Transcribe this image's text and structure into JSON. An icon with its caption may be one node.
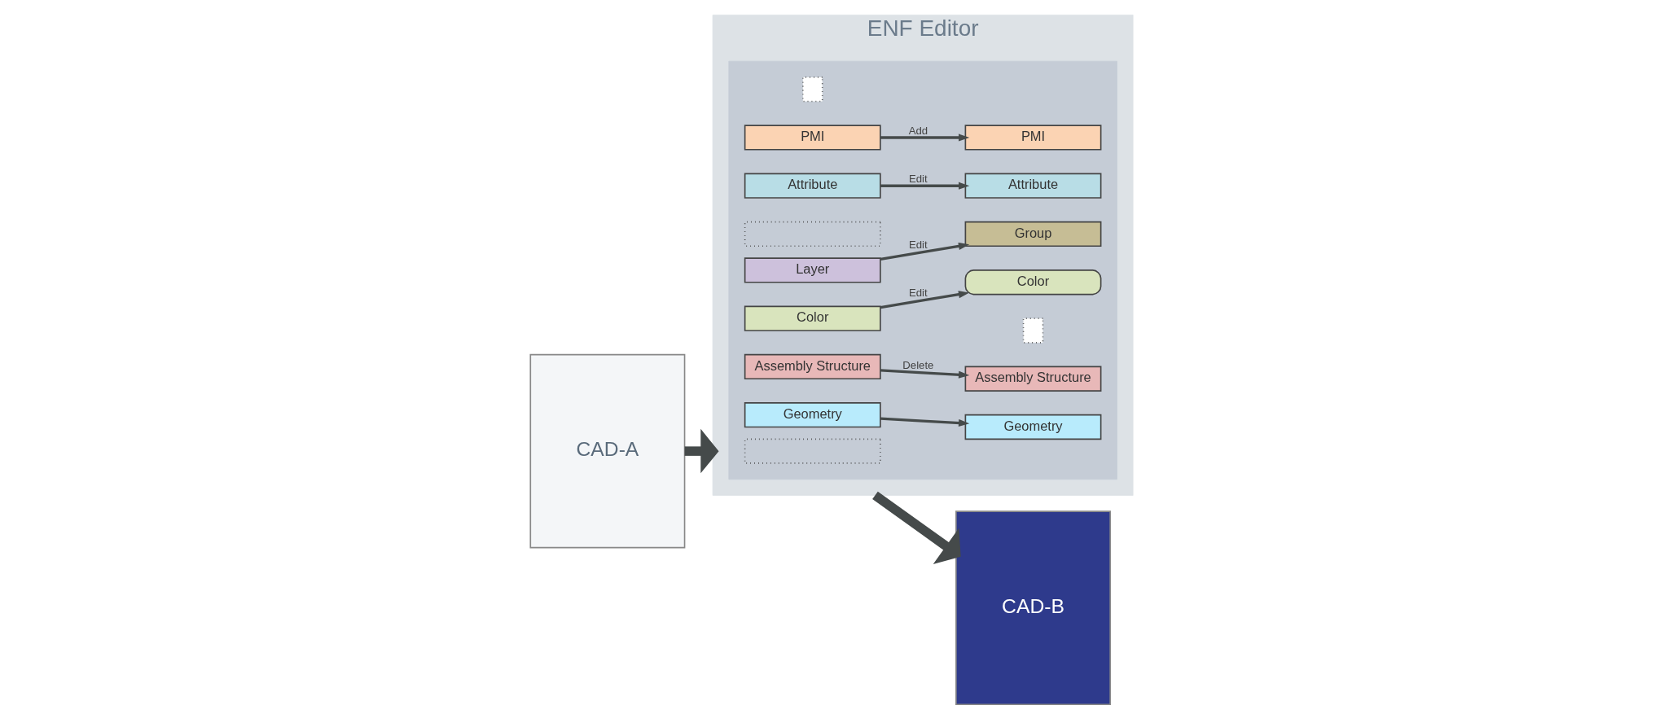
{
  "diagram": {
    "nodes": [
      {
        "text": [
          "CAD-A"
        ]
      },
      {
        "text": [
          "ENF Editor"
        ]
      },
      {
        "text": [],
        "shape": "box",
        "in": 1
      },
      {
        "text": [
          "Geometry"
        ],
        "in": 2
      },
      {
        "text": [
          "Geometry"
        ],
        "in": 2
      },
      {
        "text": [
          "Assembly Structure"
        ],
        "in": 2
      },
      {
        "text": [
          "Assembly Structure"
        ],
        "in": 2
      },
      {
        "text": [],
        "shape": "box",
        "in": 2
      },
      {
        "text": [
          "Color"
        ],
        "in": 2
      },
      {
        "text": [
          "Color"
        ],
        "in": 2
      },
      {
        "text": [
          "Layer"
        ],
        "in": 2
      },
      {
        "text": [],
        "shape": "box",
        "in": 2
      },
      {
        "text": [],
        "shape": "box",
        "in": 2
      },
      {
        "text": [
          "Group"
        ],
        "in": 2
      },
      {
        "text": [
          "Attribute"
        ],
        "in": 2
      },
      {
        "text": [
          "Attribute"
        ],
        "in": 2
      },
      {
        "text": [
          "PMI"
        ],
        "in": 2
      },
      {
        "text": [],
        "shape": "box",
        "in": 2
      },
      {
        "text": [
          "PMI"
        ],
        "in": 2
      },
      {
        "text": [
          "CAD-B"
        ]
      }
    ],
    "edges": [
      {
        "from": 0,
        "to": 1,
        "arrow": "to",
        "style": "thick"
      },
      {
        "from": 1,
        "to": 19,
        "arrow": "to",
        "style": "thick"
      },
      {
        "from": 3,
        "to": 4,
        "arrow": "to"
      },
      {
        "from": 5,
        "to": 6,
        "arrow": "to",
        "label": "Delete"
      },
      {
        "from": 8,
        "to": 9,
        "arrow": "to",
        "label": "Edit"
      },
      {
        "from": 10,
        "to": 13,
        "arrow": "to",
        "label": "Edit"
      },
      {
        "from": 14,
        "to": 15,
        "arrow": "to",
        "label": "Edit"
      },
      {
        "from": 16,
        "to": 18,
        "arrow": "to",
        "label": "Add"
      }
    ]
  }
}
